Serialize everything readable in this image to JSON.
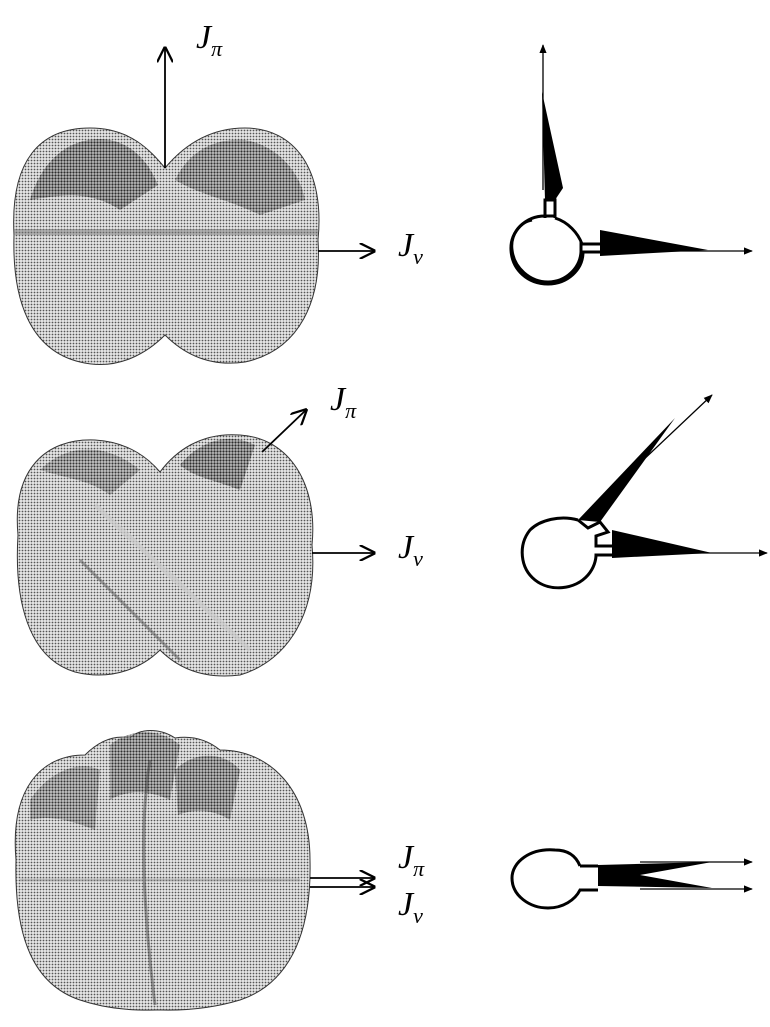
{
  "rows": [
    {
      "label_pi": {
        "main": "J",
        "sub": "π"
      },
      "label_nu": {
        "main": "J",
        "sub": "ν"
      }
    },
    {
      "label_pi": {
        "main": "J",
        "sub": "π"
      },
      "label_nu": {
        "main": "J",
        "sub": "ν"
      }
    },
    {
      "label_pi": {
        "main": "J",
        "sub": "π"
      },
      "label_nu": {
        "main": "J",
        "sub": "ν"
      }
    }
  ]
}
